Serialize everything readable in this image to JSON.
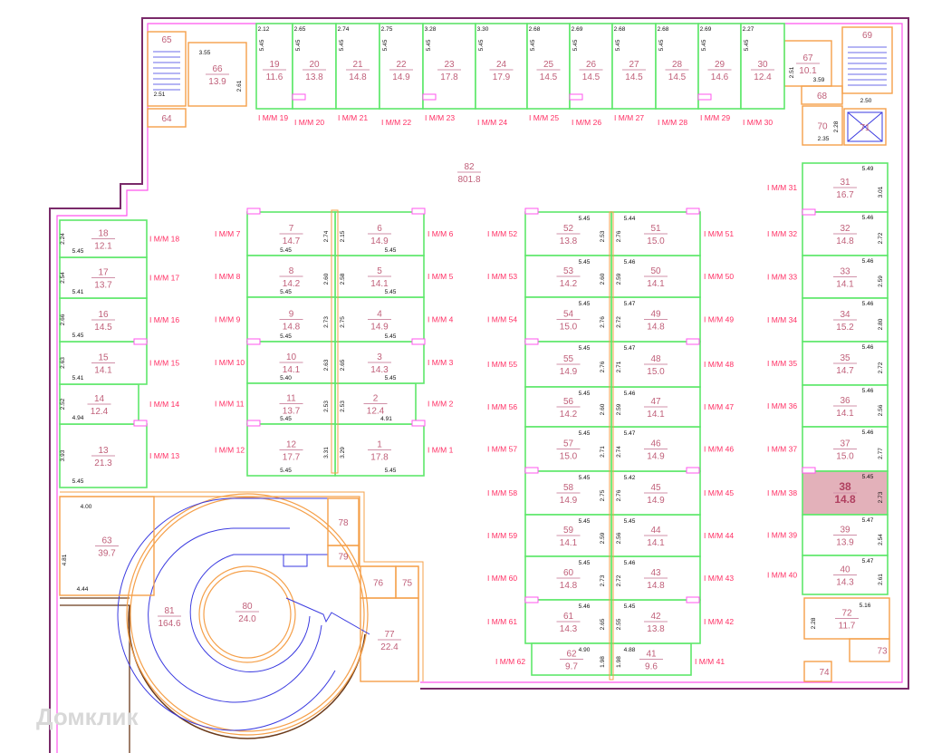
{
  "plan": {
    "watermark": "Домклик",
    "colors": {
      "space_border": "#5ee86a",
      "wall": "#f5a04a",
      "outer": "#7a2a6a",
      "inner": "#ff55ee",
      "ramp": "#3a3ae0",
      "label": "#ff2e63",
      "number": "#c0607a",
      "highlight": "#e3b1ba"
    },
    "highlighted_space": "38",
    "label_prefix": "I M/M",
    "spaces": [
      {
        "n": "1",
        "area": "17.8",
        "dims": [
          "3.29",
          "5.45"
        ]
      },
      {
        "n": "2",
        "area": "12.4",
        "dims": [
          "2.53",
          "4.91"
        ]
      },
      {
        "n": "3",
        "area": "14.3",
        "dims": [
          "2.65",
          "5.45"
        ]
      },
      {
        "n": "4",
        "area": "14.9",
        "dims": [
          "2.75",
          "5.45"
        ]
      },
      {
        "n": "5",
        "area": "14.1",
        "dims": [
          "2.58",
          "5.45"
        ]
      },
      {
        "n": "6",
        "area": "14.9",
        "dims": [
          "2.15",
          "5.45"
        ]
      },
      {
        "n": "7",
        "area": "14.7",
        "dims": [
          "2.74",
          "5.45"
        ]
      },
      {
        "n": "8",
        "area": "14.2",
        "dims": [
          "2.60",
          "5.45"
        ]
      },
      {
        "n": "9",
        "area": "14.8",
        "dims": [
          "2.73",
          "5.45"
        ]
      },
      {
        "n": "10",
        "area": "14.1",
        "dims": [
          "2.63",
          "5.40"
        ]
      },
      {
        "n": "11",
        "area": "13.7",
        "dims": [
          "2.53",
          "5.45"
        ]
      },
      {
        "n": "12",
        "area": "17.7",
        "dims": [
          "3.31",
          "5.45"
        ]
      },
      {
        "n": "13",
        "area": "21.3",
        "dims": [
          "3.93",
          "5.45"
        ]
      },
      {
        "n": "14",
        "area": "12.4",
        "dims": [
          "2.52",
          "4.94"
        ]
      },
      {
        "n": "15",
        "area": "14.1",
        "dims": [
          "2.63",
          "5.41"
        ]
      },
      {
        "n": "16",
        "area": "14.5",
        "dims": [
          "2.66",
          "5.45"
        ]
      },
      {
        "n": "17",
        "area": "13.7",
        "dims": [
          "2.54",
          "5.41"
        ]
      },
      {
        "n": "18",
        "area": "12.1",
        "dims": [
          "2.24",
          "5.45"
        ]
      },
      {
        "n": "19",
        "area": "11.6",
        "dims": [
          "2.12",
          "5.45"
        ]
      },
      {
        "n": "20",
        "area": "13.8",
        "dims": [
          "2.65",
          "5.45"
        ]
      },
      {
        "n": "21",
        "area": "14.8",
        "dims": [
          "2.74",
          "5.45"
        ]
      },
      {
        "n": "22",
        "area": "14.9",
        "dims": [
          "2.75",
          "5.45"
        ]
      },
      {
        "n": "23",
        "area": "17.8",
        "dims": [
          "3.28",
          "5.45"
        ]
      },
      {
        "n": "24",
        "area": "17.9",
        "dims": [
          "3.30",
          "5.45"
        ]
      },
      {
        "n": "25",
        "area": "14.5",
        "dims": [
          "2.68",
          "5.45"
        ]
      },
      {
        "n": "26",
        "area": "14.5",
        "dims": [
          "2.69",
          "5.45"
        ]
      },
      {
        "n": "27",
        "area": "14.5",
        "dims": [
          "2.68",
          "5.45"
        ]
      },
      {
        "n": "28",
        "area": "14.5",
        "dims": [
          "2.68",
          "5.45"
        ]
      },
      {
        "n": "29",
        "area": "14.6",
        "dims": [
          "2.69",
          "5.45"
        ]
      },
      {
        "n": "30",
        "area": "12.4",
        "dims": [
          "2.27",
          "5.45"
        ]
      },
      {
        "n": "31",
        "area": "16.7",
        "dims": [
          "5.49",
          "3.01"
        ]
      },
      {
        "n": "32",
        "area": "14.8",
        "dims": [
          "5.46",
          "2.72"
        ]
      },
      {
        "n": "33",
        "area": "14.1",
        "dims": [
          "5.46",
          "2.59"
        ]
      },
      {
        "n": "34",
        "area": "15.2",
        "dims": [
          "5.46",
          "2.80"
        ]
      },
      {
        "n": "35",
        "area": "14.7",
        "dims": [
          "5.46",
          "2.72"
        ]
      },
      {
        "n": "36",
        "area": "14.1",
        "dims": [
          "5.46",
          "2.56"
        ]
      },
      {
        "n": "37",
        "area": "15.0",
        "dims": [
          "5.46",
          "2.77"
        ]
      },
      {
        "n": "38",
        "area": "14.8",
        "dims": [
          "5.45",
          "2.73"
        ]
      },
      {
        "n": "39",
        "area": "13.9",
        "dims": [
          "5.47",
          "2.54"
        ]
      },
      {
        "n": "40",
        "area": "14.3",
        "dims": [
          "5.47",
          "2.61"
        ]
      },
      {
        "n": "41",
        "area": "9.6",
        "dims": [
          "4.88",
          "1.98"
        ]
      },
      {
        "n": "42",
        "area": "13.8",
        "dims": [
          "5.45",
          "2.55"
        ]
      },
      {
        "n": "43",
        "area": "14.8",
        "dims": [
          "5.46",
          "2.72"
        ]
      },
      {
        "n": "44",
        "area": "14.1",
        "dims": [
          "5.45",
          "2.56"
        ]
      },
      {
        "n": "45",
        "area": "14.9",
        "dims": [
          "5.42",
          "2.76"
        ]
      },
      {
        "n": "46",
        "area": "14.9",
        "dims": [
          "5.47",
          "2.74"
        ]
      },
      {
        "n": "47",
        "area": "14.1",
        "dims": [
          "5.46",
          "2.59"
        ]
      },
      {
        "n": "48",
        "area": "15.0",
        "dims": [
          "5.47",
          "2.71"
        ]
      },
      {
        "n": "49",
        "area": "14.8",
        "dims": [
          "5.47",
          "2.72"
        ]
      },
      {
        "n": "50",
        "area": "14.1",
        "dims": [
          "5.46",
          "2.59"
        ]
      },
      {
        "n": "51",
        "area": "15.0",
        "dims": [
          "5.44",
          "2.76"
        ]
      },
      {
        "n": "52",
        "area": "13.8",
        "dims": [
          "5.45",
          "2.53"
        ]
      },
      {
        "n": "53",
        "area": "14.2",
        "dims": [
          "5.45",
          "2.60"
        ]
      },
      {
        "n": "54",
        "area": "15.0",
        "dims": [
          "5.45",
          "2.76"
        ]
      },
      {
        "n": "55",
        "area": "14.9",
        "dims": [
          "5.45",
          "2.76"
        ]
      },
      {
        "n": "56",
        "area": "14.2",
        "dims": [
          "5.45",
          "2.60"
        ]
      },
      {
        "n": "57",
        "area": "15.0",
        "dims": [
          "5.45",
          "2.71"
        ]
      },
      {
        "n": "58",
        "area": "14.9",
        "dims": [
          "5.45",
          "2.75"
        ]
      },
      {
        "n": "59",
        "area": "14.1",
        "dims": [
          "5.45",
          "2.59"
        ]
      },
      {
        "n": "60",
        "area": "14.8",
        "dims": [
          "5.45",
          "2.73"
        ]
      },
      {
        "n": "61",
        "area": "14.3",
        "dims": [
          "5.46",
          "2.65"
        ]
      },
      {
        "n": "62",
        "area": "9.7",
        "dims": [
          "4.90",
          "1.98"
        ]
      }
    ],
    "rooms": [
      {
        "n": "63",
        "area": "39.7"
      },
      {
        "n": "64",
        "area": ""
      },
      {
        "n": "65",
        "area": ""
      },
      {
        "n": "66",
        "area": "13.9"
      },
      {
        "n": "67",
        "area": "10.1"
      },
      {
        "n": "68",
        "area": ""
      },
      {
        "n": "69",
        "area": ""
      },
      {
        "n": "70",
        "area": ""
      },
      {
        "n": "71",
        "area": ""
      },
      {
        "n": "72",
        "area": "11.7"
      },
      {
        "n": "73",
        "area": ""
      },
      {
        "n": "74",
        "area": ""
      },
      {
        "n": "75",
        "area": ""
      },
      {
        "n": "76",
        "area": ""
      },
      {
        "n": "77",
        "area": "22.4"
      },
      {
        "n": "78",
        "area": ""
      },
      {
        "n": "79",
        "area": ""
      },
      {
        "n": "80",
        "area": "24.0"
      },
      {
        "n": "81",
        "area": "164.6"
      },
      {
        "n": "82",
        "area": "801.8"
      }
    ],
    "room_dims": [
      "2.51",
      "3.55",
      "2.61",
      "3.59",
      "2.51",
      "2.50",
      "2.35",
      "2.28",
      "5.16",
      "2.28",
      "4.00",
      "4.44",
      "4.81"
    ]
  }
}
